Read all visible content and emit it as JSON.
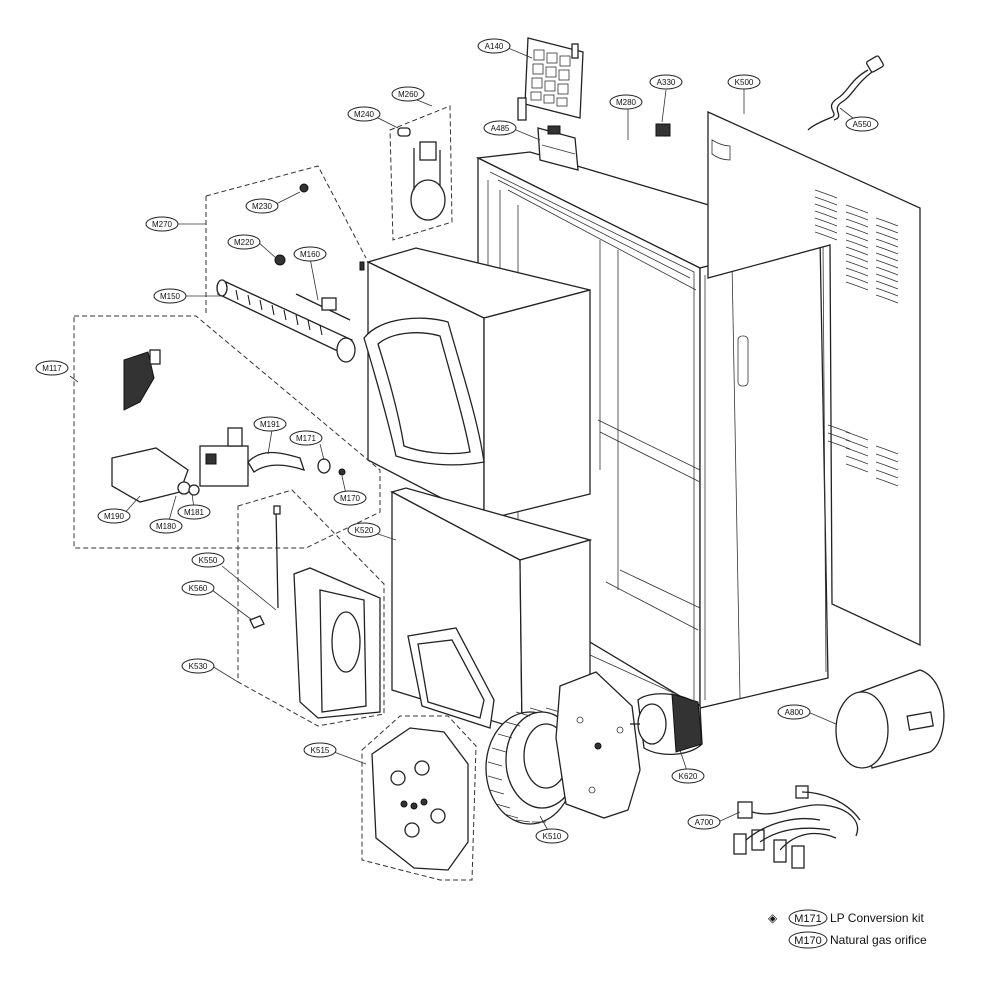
{
  "callouts": [
    {
      "id": "a140",
      "code": "A140"
    },
    {
      "id": "a330",
      "code": "A330"
    },
    {
      "id": "k500",
      "code": "K500"
    },
    {
      "id": "a550",
      "code": "A550"
    },
    {
      "id": "m280",
      "code": "M280"
    },
    {
      "id": "m260",
      "code": "M260"
    },
    {
      "id": "a485",
      "code": "A485"
    },
    {
      "id": "m240",
      "code": "M240"
    },
    {
      "id": "m230",
      "code": "M230"
    },
    {
      "id": "m270",
      "code": "M270"
    },
    {
      "id": "m220",
      "code": "M220"
    },
    {
      "id": "m160",
      "code": "M160"
    },
    {
      "id": "m150",
      "code": "M150"
    },
    {
      "id": "m117",
      "code": "M117"
    },
    {
      "id": "m191",
      "code": "M191"
    },
    {
      "id": "m171",
      "code": "M171"
    },
    {
      "id": "m170",
      "code": "M170"
    },
    {
      "id": "m190",
      "code": "M190"
    },
    {
      "id": "m180",
      "code": "M180"
    },
    {
      "id": "m181",
      "code": "M181"
    },
    {
      "id": "k520",
      "code": "K520"
    },
    {
      "id": "k550",
      "code": "K550"
    },
    {
      "id": "k560",
      "code": "K560"
    },
    {
      "id": "k530",
      "code": "K530"
    },
    {
      "id": "k515",
      "code": "K515"
    },
    {
      "id": "k510",
      "code": "K510"
    },
    {
      "id": "k620",
      "code": "K620"
    },
    {
      "id": "a800",
      "code": "A800"
    },
    {
      "id": "a700",
      "code": "A700"
    }
  ],
  "legend": [
    {
      "symbol": "◈",
      "code": "M171",
      "text": "LP Conversion kit"
    },
    {
      "symbol": "",
      "code": "M170",
      "text": "Natural gas orifice"
    }
  ]
}
